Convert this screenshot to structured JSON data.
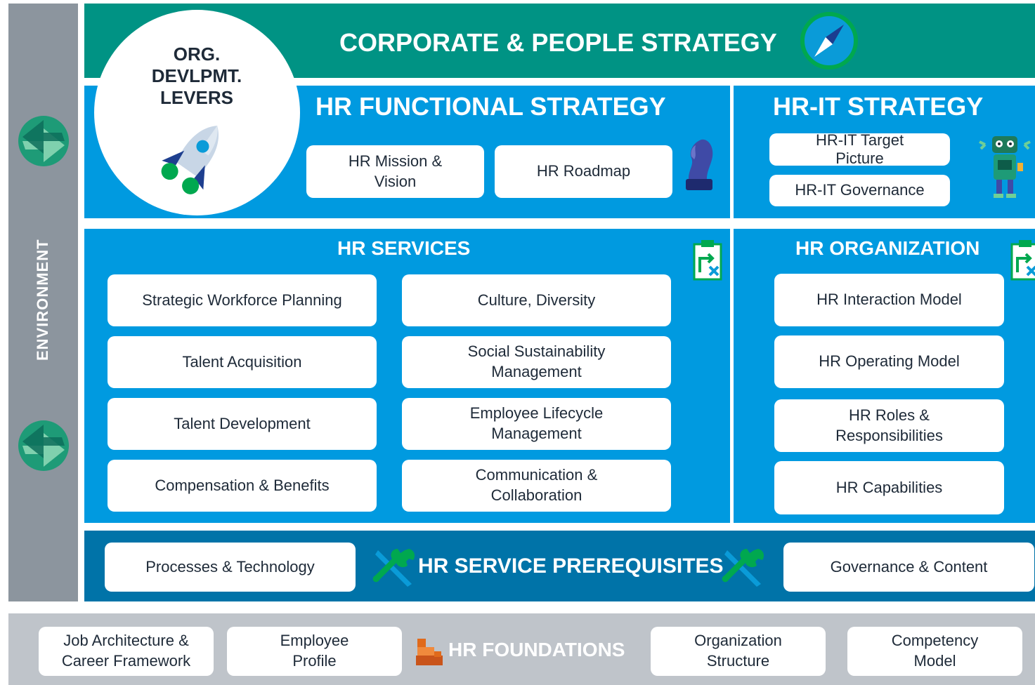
{
  "colors": {
    "environment_bar": "#8c959e",
    "corporate_band": "#009384",
    "panel_blue": "#009ae0",
    "prerequisites_band": "#0073a8",
    "foundations_band": "#bfc4ca",
    "box_text": "#1e2a38",
    "circle_text": "#1e2a38",
    "accent_green": "#00a84f",
    "accent_orange": "#e06a1b"
  },
  "environment": {
    "label": "ENVIRONMENT",
    "icons": [
      "refresh-arrows-icon",
      "refresh-arrows-icon"
    ]
  },
  "corporate": {
    "title": "CORPORATE & PEOPLE STRATEGY",
    "icon": "compass-icon"
  },
  "org_levers": {
    "title": "ORG.\nDEVLPMT.\nLEVERS",
    "icon": "rocket-icon"
  },
  "hr_functional": {
    "title": "HR FUNCTIONAL STRATEGY",
    "items": [
      "HR Mission &\nVision",
      "HR Roadmap"
    ],
    "icon": "chess-knight-icon"
  },
  "hr_it": {
    "title": "HR-IT STRATEGY",
    "items": [
      "HR-IT Target\nPicture",
      "HR-IT Governance"
    ],
    "icon": "robot-icon"
  },
  "hr_services": {
    "title": "HR SERVICES",
    "icon": "clipboard-plan-icon",
    "left_items": [
      "Strategic Workforce Planning",
      "Talent Acquisition",
      "Talent Development",
      "Compensation & Benefits"
    ],
    "right_items": [
      "Culture, Diversity",
      "Social Sustainability\nManagement",
      "Employee Lifecycle\nManagement",
      "Communication &\nCollaboration"
    ]
  },
  "hr_organization": {
    "title": "HR ORGANIZATION",
    "icon": "clipboard-plan-icon",
    "items": [
      "HR Interaction Model",
      "HR Operating Model",
      "HR Roles &\nResponsibilities",
      "HR Capabilities"
    ]
  },
  "prerequisites": {
    "title": "HR SERVICE PREREQUISITES",
    "left_item": "Processes & Technology",
    "right_item": "Governance & Content",
    "icon": "tools-icon"
  },
  "foundations": {
    "title": "HR FOUNDATIONS",
    "icon": "building-blocks-icon",
    "items": [
      "Job Architecture &\nCareer Framework",
      "Employee\nProfile",
      "Organization\nStructure",
      "Competency\nModel"
    ]
  }
}
